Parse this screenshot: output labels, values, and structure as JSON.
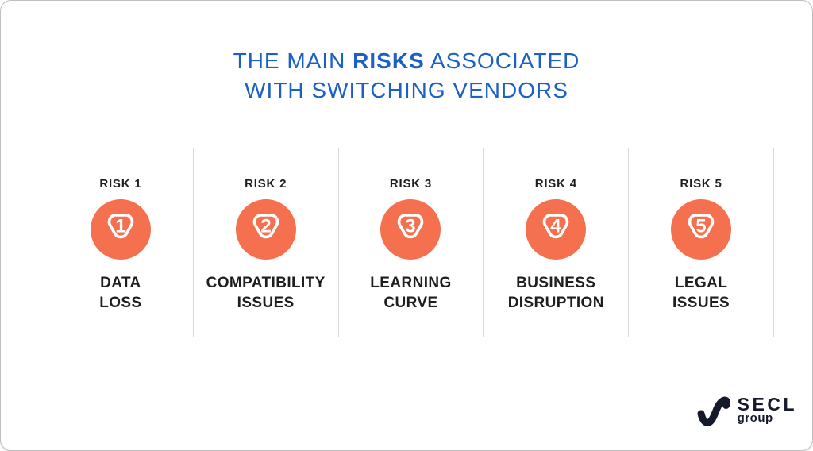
{
  "title": {
    "line1_pre": "THE MAIN ",
    "line1_bold": "RISKS",
    "line1_post": " ASSOCIATED",
    "line2": "WITH SWITCHING VENDORS"
  },
  "risks": [
    {
      "tag": "RISK 1",
      "number": "1",
      "label_line1": "DATA",
      "label_line2": "LOSS"
    },
    {
      "tag": "RISK 2",
      "number": "2",
      "label_line1": "COMPATIBILITY",
      "label_line2": "ISSUES"
    },
    {
      "tag": "RISK 3",
      "number": "3",
      "label_line1": "LEARNING",
      "label_line2": "CURVE"
    },
    {
      "tag": "RISK 4",
      "number": "4",
      "label_line1": "BUSINESS",
      "label_line2": "DISRUPTION"
    },
    {
      "tag": "RISK 5",
      "number": "5",
      "label_line1": "LEGAL",
      "label_line2": "ISSUES"
    }
  ],
  "logo": {
    "name": "SECL",
    "sub": "group"
  },
  "icons": {
    "badge_icon": "rounded-triangle-warning-icon",
    "logo_icon": "secl-swoosh-icon"
  },
  "colors": {
    "title_blue": "#1D60C5",
    "badge_coral": "#F4704F",
    "badge_glyph": "#FFFFFF",
    "text_dark": "#1E1E1E",
    "divider_gray": "#DADADA",
    "logo_navy": "#141A2B",
    "card_border": "#BFBFBF",
    "background": "#FFFFFF"
  }
}
